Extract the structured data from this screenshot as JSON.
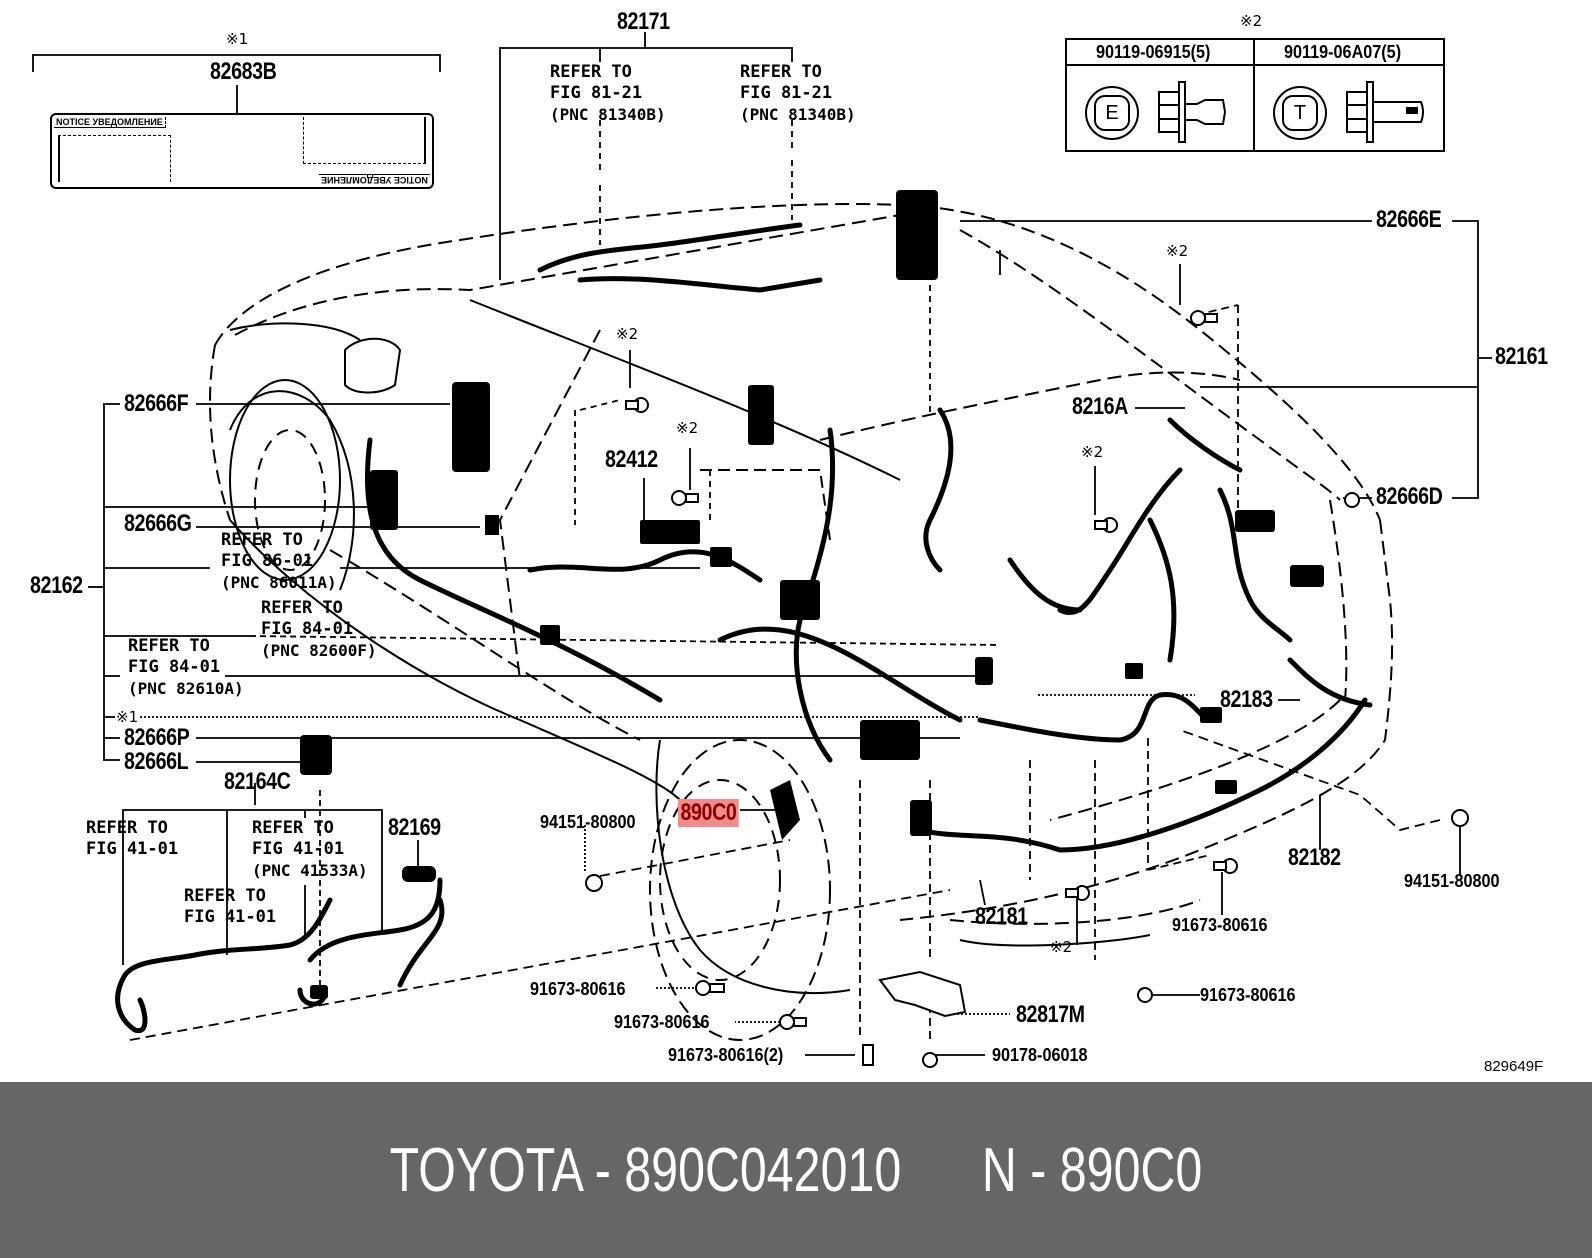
{
  "diagram": {
    "figure_id": "829649F",
    "notes": {
      "note1": "※1",
      "note2": "※2"
    },
    "labels": {
      "p82683B": "82683B",
      "p82171": "82171",
      "p82666E": "82666E",
      "p82161": "82161",
      "p8216A": "8216A",
      "p82666D": "82666D",
      "p82666F": "82666F",
      "p82666G": "82666G",
      "p82162": "82162",
      "p82412": "82412",
      "p82666P": "82666P",
      "p82666L": "82666L",
      "p82164C": "82164C",
      "p82169": "82169",
      "p890C0": "890C0",
      "p82183": "82183",
      "p82182": "82182",
      "p82181": "82181",
      "p82817M": "82817M",
      "b94151_left": "94151-80800",
      "b94151_right": "94151-80800",
      "b91673_a": "91673-80616",
      "b91673_b": "91673-80616",
      "b91673_c": "91673-80616(2)",
      "b91673_d": "91673-80616",
      "b91673_e": "91673-80616",
      "b90178": "90178-06018"
    },
    "refs": {
      "r1": {
        "line1": "REFER TO",
        "line2": "FIG 81-21",
        "line3": "(PNC 81340B)"
      },
      "r2": {
        "line1": "REFER TO",
        "line2": "FIG 81-21",
        "line3": "(PNC 81340B)"
      },
      "r3": {
        "line1": "REFER TO",
        "line2": "FIG 86-01",
        "line3": "(PNC 86011A)"
      },
      "r4": {
        "line1": "REFER TO",
        "line2": "FIG 84-01",
        "line3": "(PNC 82600F)"
      },
      "r5": {
        "line1": "REFER TO",
        "line2": "FIG 84-01",
        "line3": "(PNC 82610A)"
      },
      "r6": {
        "line1": "REFER TO",
        "line2": "FIG 41-01"
      },
      "r7": {
        "line1": "REFER TO",
        "line2": "FIG 41-01",
        "line3": "(PNC 41533A)"
      },
      "r8": {
        "line1": "REFER TO",
        "line2": "FIG 41-01"
      }
    },
    "bolt_table": {
      "note": "※2",
      "columns": [
        {
          "part": "90119-06915(5)",
          "head_mark": "E"
        },
        {
          "part": "90119-06A07(5)",
          "head_mark": "T"
        }
      ]
    },
    "notice_label": {
      "text": "NOTICE УВЕДОМЛЕНИЕ"
    },
    "highlight_color": "#f28b8b"
  },
  "footer": {
    "text": "TOYOTA - 890C042010      N - 890C0",
    "bg_color": "#666666"
  }
}
